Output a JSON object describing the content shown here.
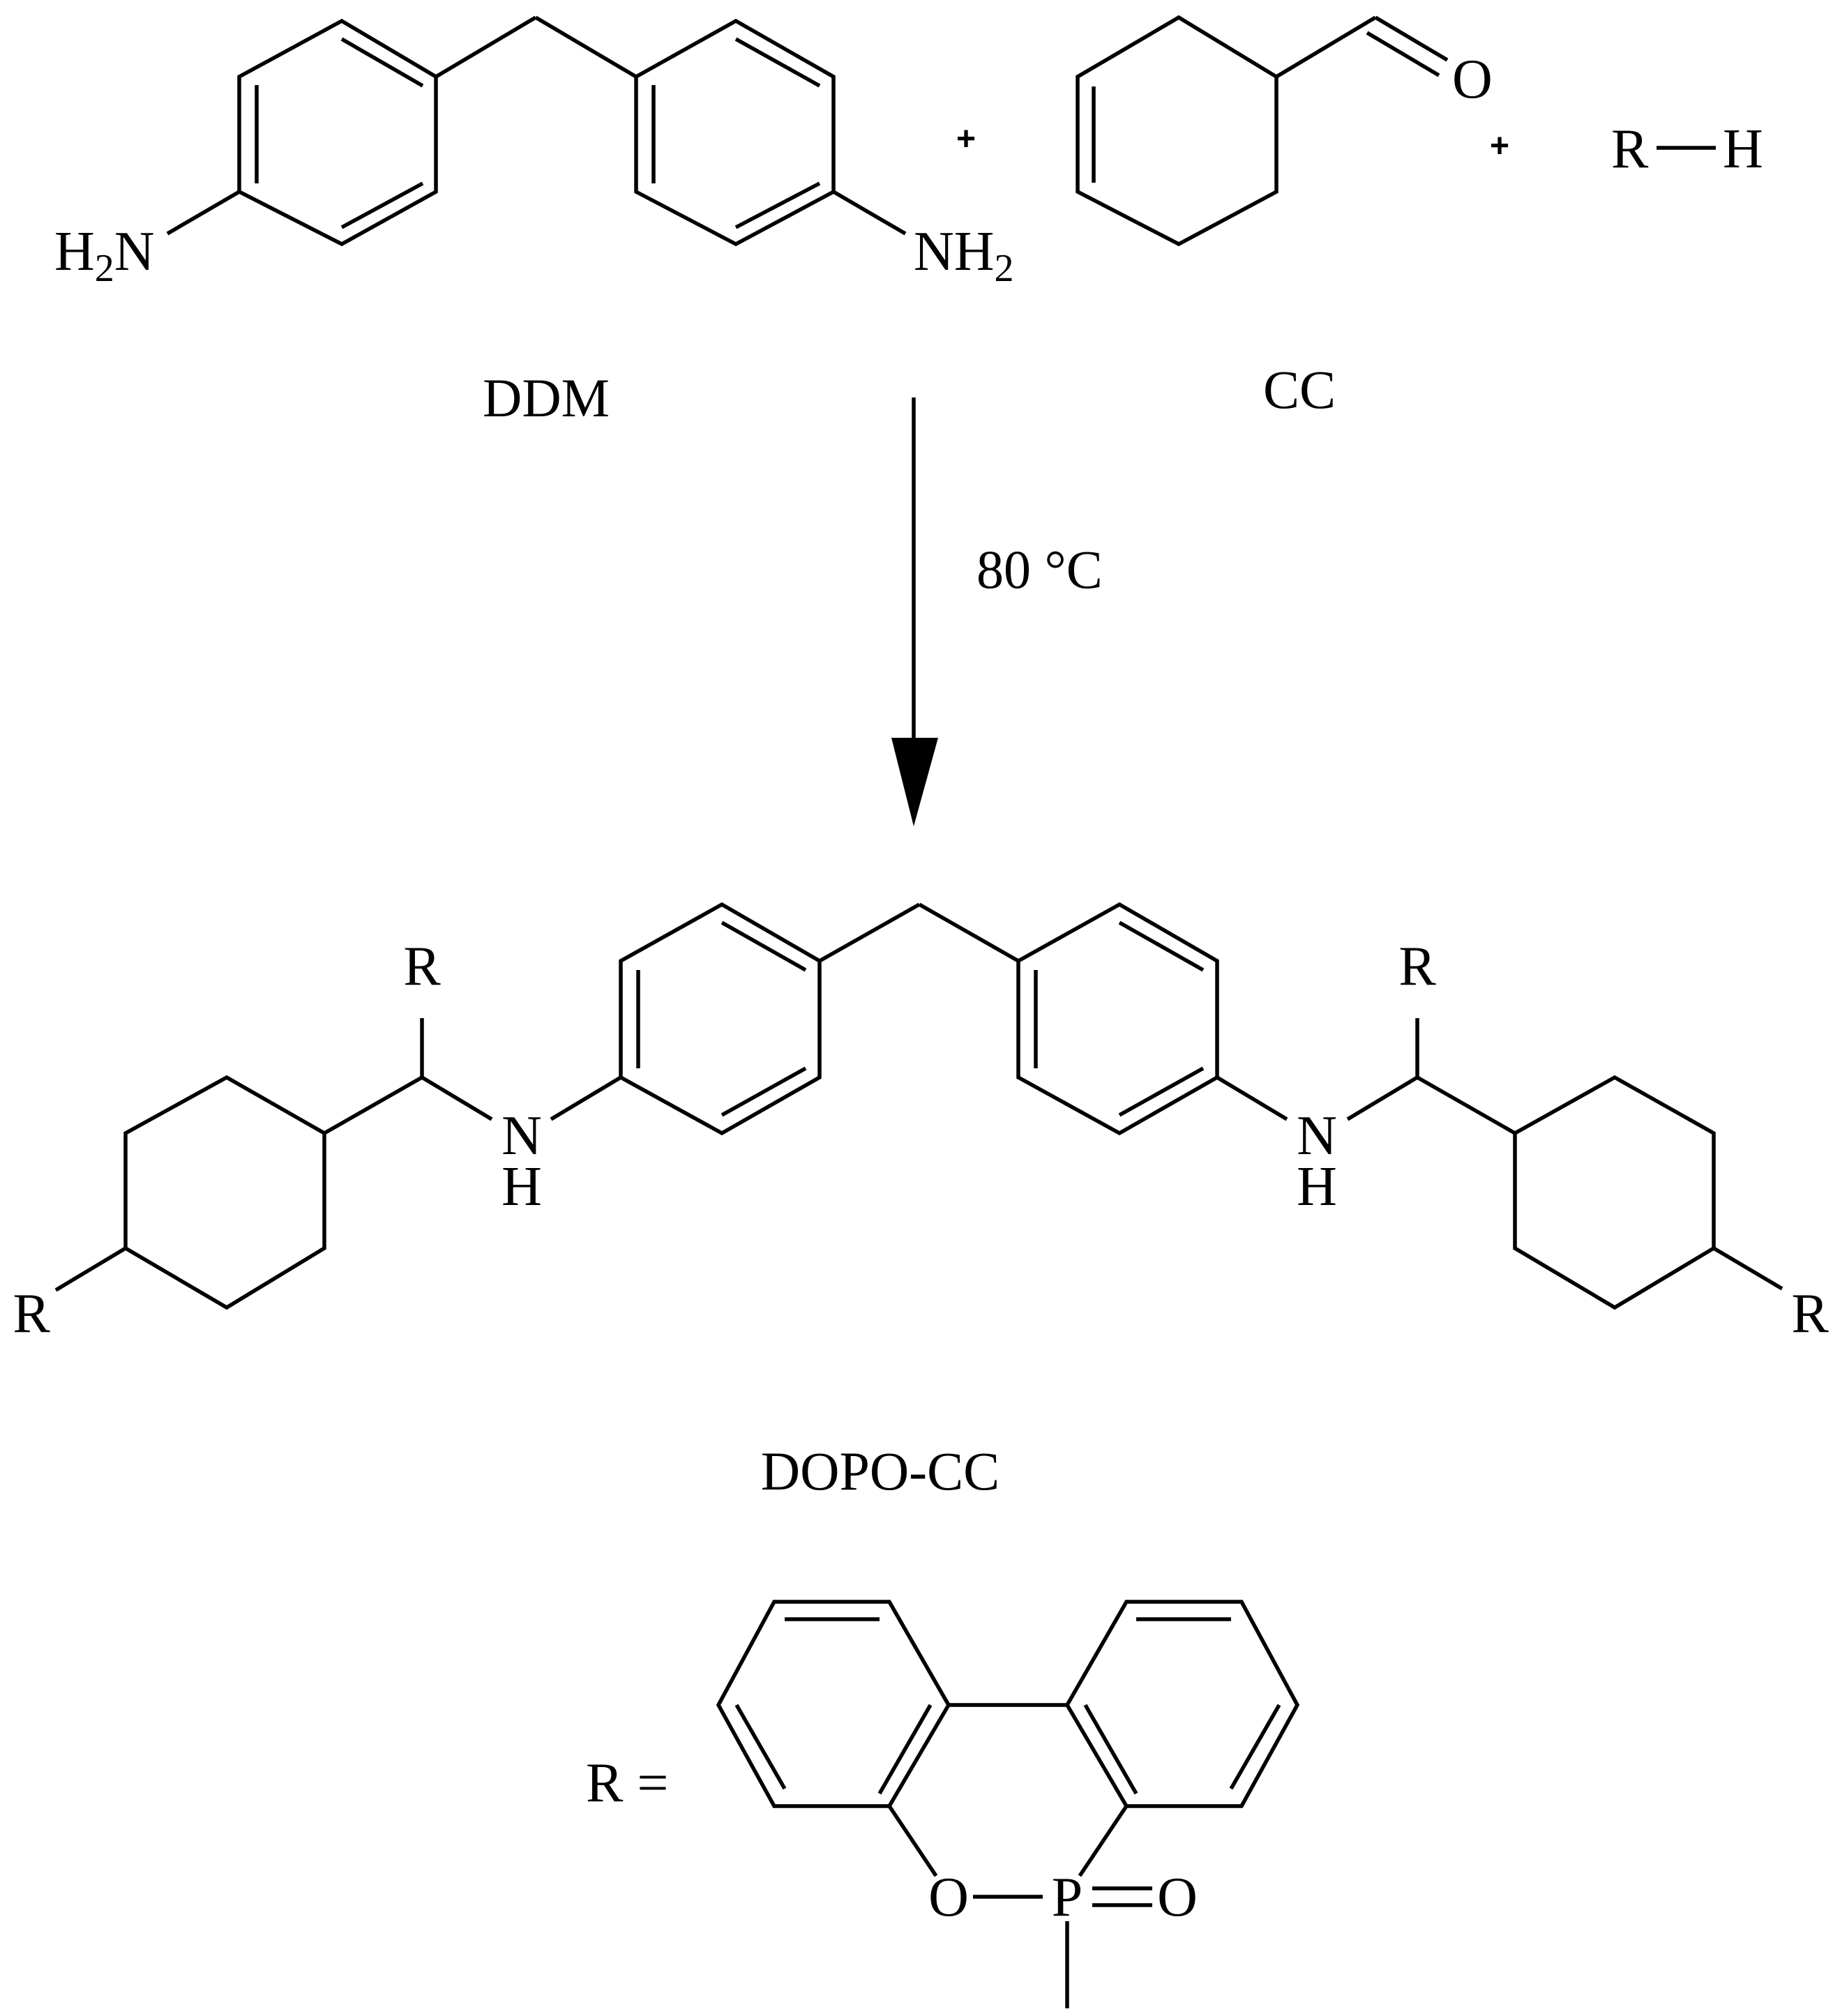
{
  "reactants": {
    "ddm": {
      "label": "DDM",
      "left_group": {
        "main1": "H",
        "sub": "2",
        "main2": "N"
      },
      "right_group": {
        "main1": "NH",
        "sub": "2"
      }
    },
    "cc": {
      "label": "CC",
      "oxygen": "O"
    },
    "rh": {
      "r": "R",
      "h": "H"
    },
    "plus_sign": "+"
  },
  "conditions": {
    "temperature": "80 °C"
  },
  "product": {
    "label": "DOPO-CC",
    "substituent": "R",
    "amine_n": "N",
    "amine_h": "H"
  },
  "r_definition": {
    "prefix": "R =",
    "ring_oxygen": "O",
    "phosphorus": "P",
    "oxo": "O"
  },
  "colors": {
    "ink": "#000000",
    "background": "#ffffff"
  }
}
